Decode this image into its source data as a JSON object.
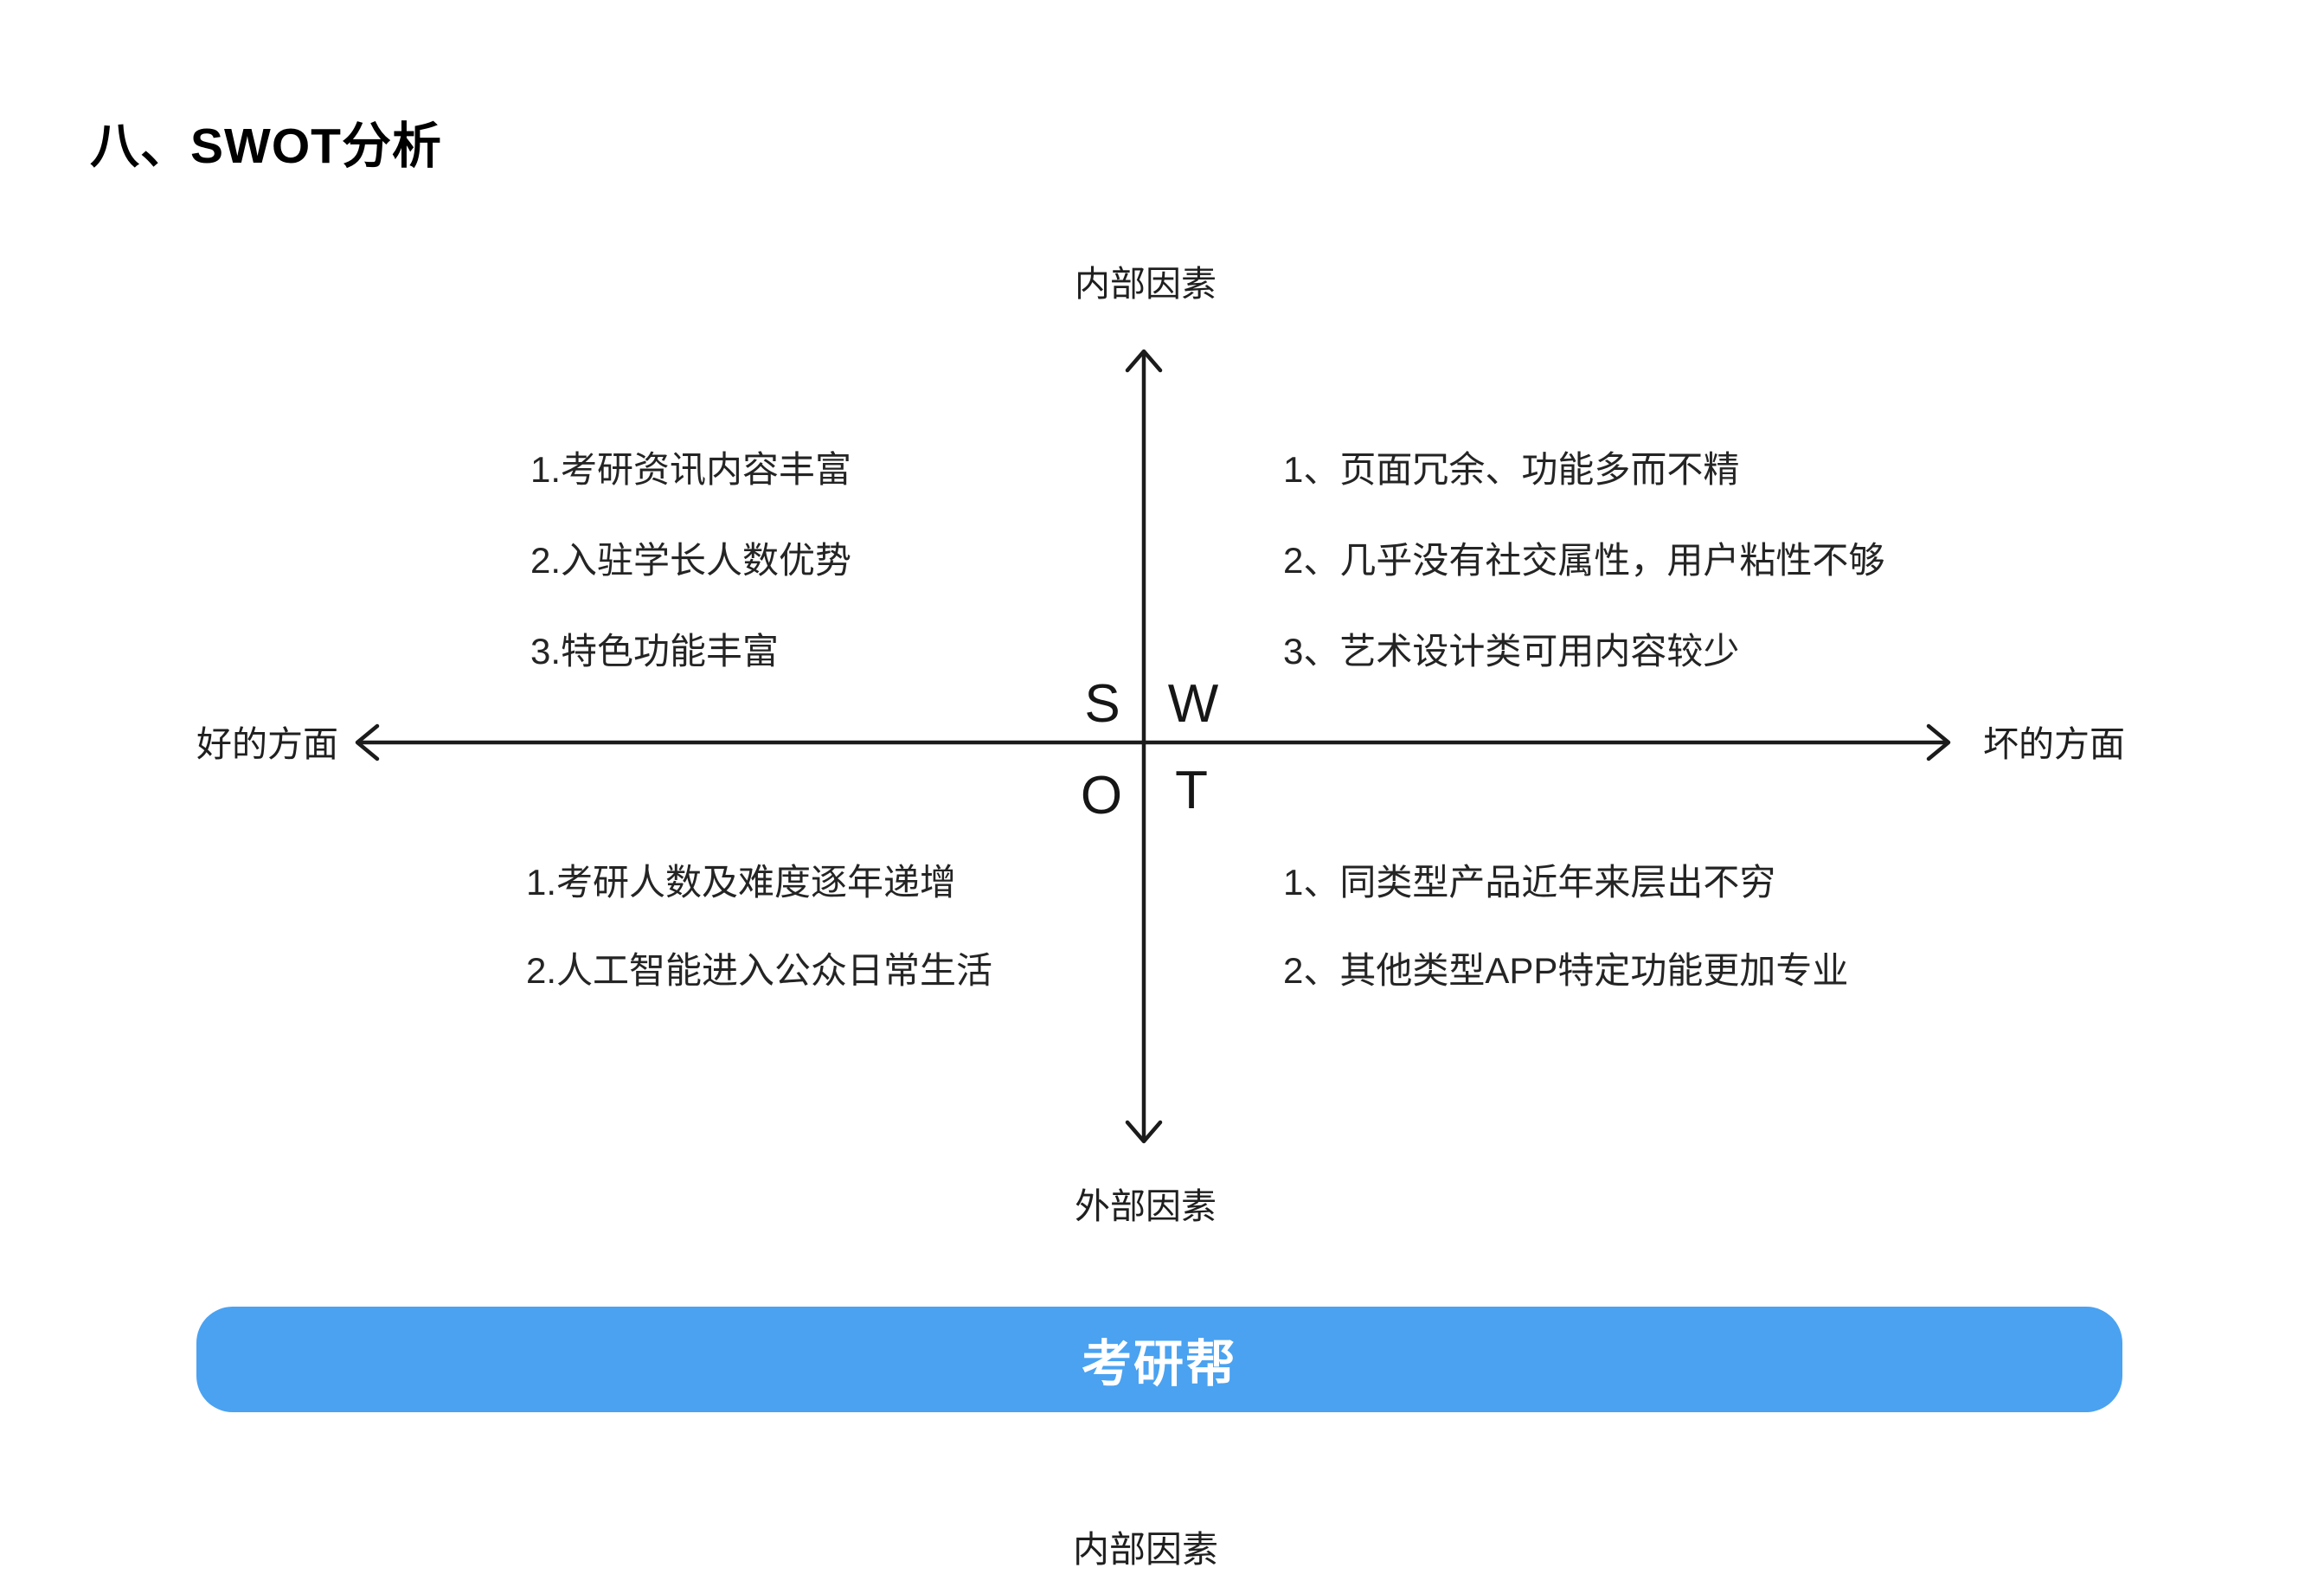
{
  "page": {
    "title": "八、SWOT分析"
  },
  "diagram": {
    "axis_labels": {
      "top": "内部因素",
      "bottom": "外部因素",
      "left": "好的方面",
      "right": "坏的方面"
    },
    "quadrant_letters": {
      "strengths": "S",
      "weaknesses": "W",
      "opportunities": "O",
      "threats": "T"
    },
    "quadrants": {
      "strengths": {
        "items": [
          "1.考研资讯内容丰富",
          "2.入驻学长人数优势",
          "3.特色功能丰富"
        ]
      },
      "weaknesses": {
        "items": [
          "1、页面冗余、功能多而不精",
          "2、几乎没有社交属性，用户粘性不够",
          "3、艺术设计类可用内容较少"
        ]
      },
      "opportunities": {
        "items": [
          "1.考研人数及难度逐年递增",
          "2.人工智能进入公众日常生活"
        ]
      },
      "threats": {
        "items": [
          "1、同类型产品近年来层出不穷",
          "2、其他类型APP特定功能更加专业"
        ]
      }
    },
    "colors": {
      "line": "#1b1b1b",
      "text": "#222222"
    }
  },
  "footer": {
    "app_banner_label": "考研帮",
    "app_banner_color": "#4AA2F1",
    "next_section_label": "内部因素"
  }
}
